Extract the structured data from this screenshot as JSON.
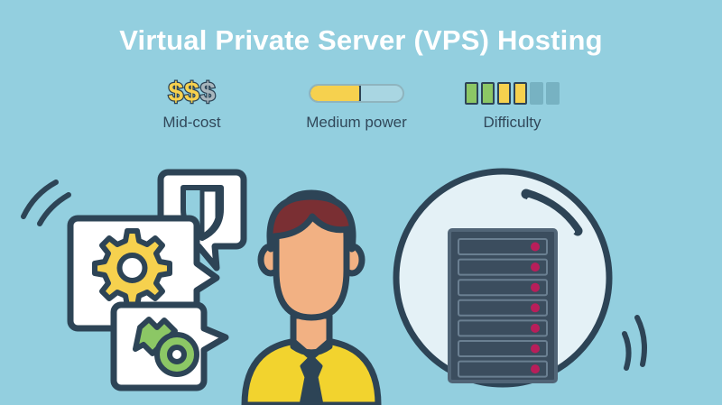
{
  "title": "Virtual Private Server (VPS) Hosting",
  "colors": {
    "background": "#93cfdf",
    "title_text": "#ffffff",
    "label_text": "#31485a",
    "outline": "#2d4456",
    "yellow": "#f6d14e",
    "green": "#8cc765",
    "gray_inactive": "#a8b6bd",
    "segment_empty": "#77b2c2",
    "circle_fill": "#e4f1f6",
    "server_body": "#3b4d5e",
    "led": "#b81e5a",
    "skin": "#f2b183",
    "hair": "#7a2f33",
    "shirt": "#f2d32e",
    "tie": "#2d4456"
  },
  "metrics": [
    {
      "id": "cost",
      "type": "dollars",
      "label": "Mid-cost",
      "filled": 2,
      "total": 3,
      "symbol": "$"
    },
    {
      "id": "power",
      "type": "bar",
      "label": "Medium power",
      "fill_percent": 55
    },
    {
      "id": "difficulty",
      "type": "segments",
      "label": "Difficulty",
      "total": 6,
      "states": [
        "green",
        "green",
        "yellow",
        "yellow",
        "empty",
        "empty"
      ]
    }
  ],
  "illustration": {
    "bubbles": [
      {
        "id": "shield",
        "icon_name": "shield-icon",
        "tail": "bottom"
      },
      {
        "id": "gear",
        "icon_name": "gear-icon",
        "tail": "right"
      },
      {
        "id": "key",
        "icon_name": "key-icon",
        "tail": "right"
      }
    ],
    "person": {
      "name": "person-avatar"
    },
    "server": {
      "name": "server-rack",
      "slots": 7,
      "led_count": 7,
      "motion_lines": 2
    }
  }
}
